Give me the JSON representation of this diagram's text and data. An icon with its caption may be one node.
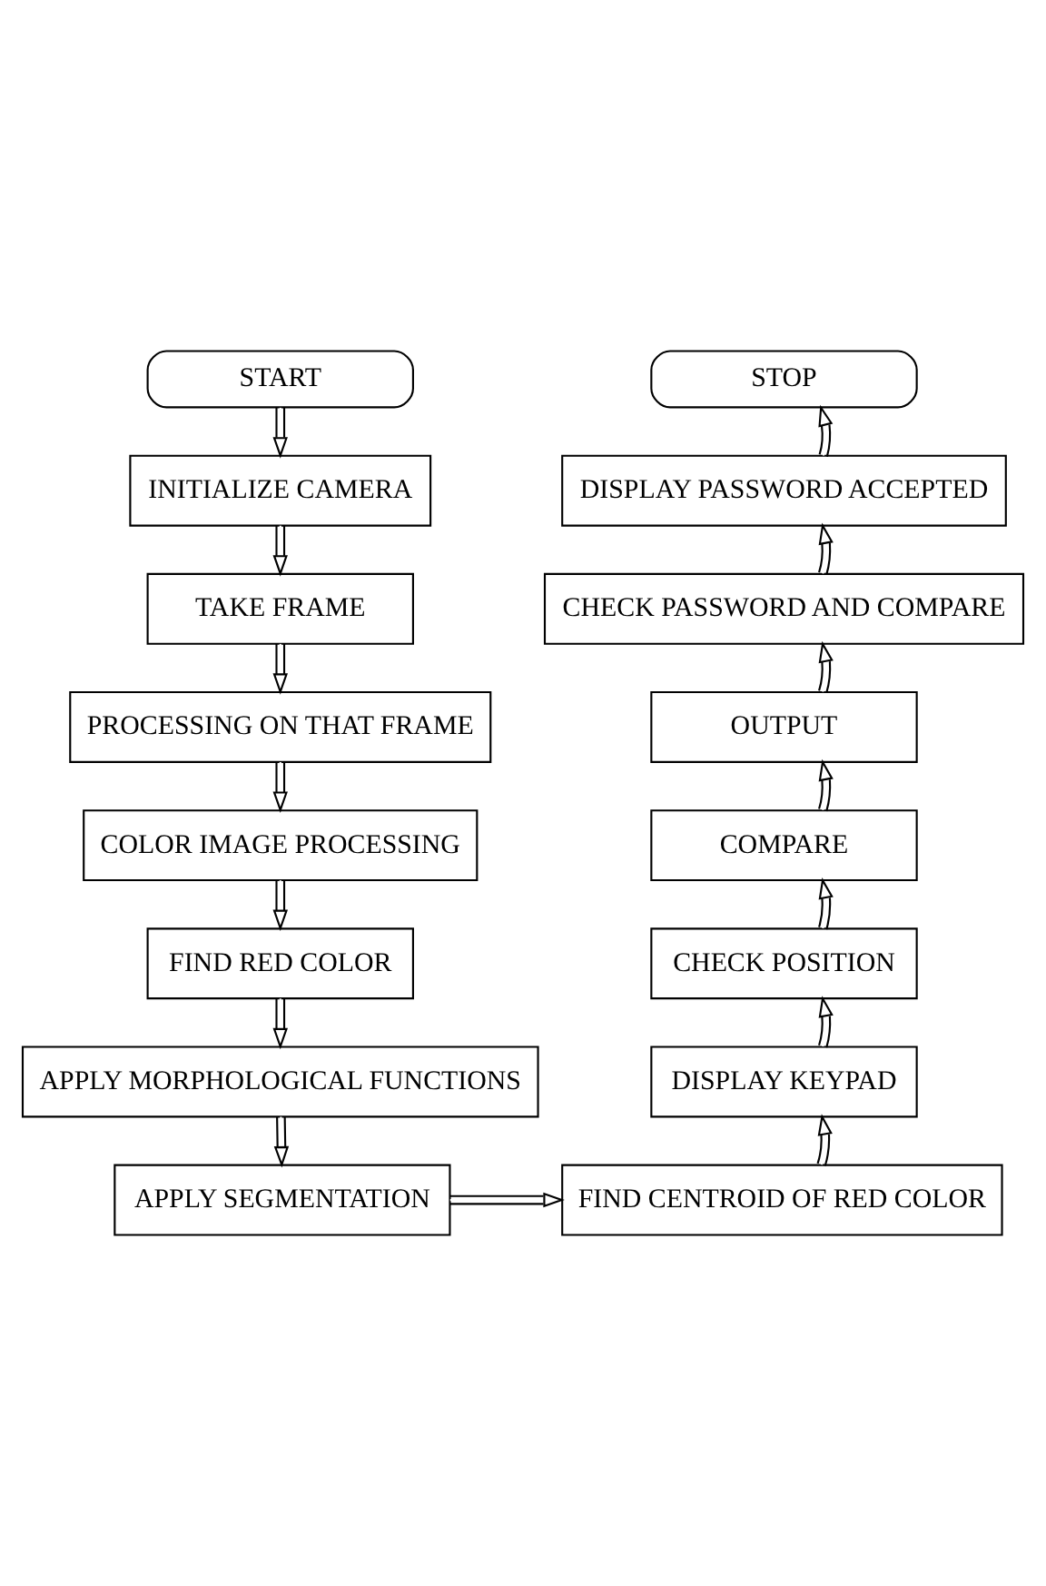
{
  "diagram": {
    "nodes": [
      {
        "text": [
          "START"
        ]
      },
      {
        "text": [
          "INITIALIZE CAMERA"
        ]
      },
      {
        "text": [
          "TAKE FRAME"
        ]
      },
      {
        "text": [
          "PROCESSING ON THAT FRAME"
        ]
      },
      {
        "text": [
          "COLOR IMAGE PROCESSING"
        ]
      },
      {
        "text": [
          "FIND RED COLOR"
        ]
      },
      {
        "text": [
          "APPLY MORPHOLOGICAL FUNCTIONS"
        ]
      },
      {
        "text": [
          "APPLY SEGMENTATION"
        ]
      },
      {
        "text": [
          "FIND CENTROID OF RED COLOR"
        ]
      },
      {
        "text": [
          "DISPLAY KEYPAD"
        ]
      },
      {
        "text": [
          "CHECK POSITION"
        ]
      },
      {
        "text": [
          "COMPARE"
        ]
      },
      {
        "text": [
          "OUTPUT"
        ]
      },
      {
        "text": [
          "CHECK PASSWORD AND COMPARE"
        ]
      },
      {
        "text": [
          "DISPLAY PASSWORD ACCEPTED"
        ]
      },
      {
        "text": [
          "STOP"
        ]
      }
    ],
    "edges": [
      {
        "from": 0,
        "to": 1,
        "arrow": "to"
      },
      {
        "from": 1,
        "to": 2,
        "arrow": "to"
      },
      {
        "from": 2,
        "to": 3,
        "arrow": "to"
      },
      {
        "from": 3,
        "to": 4,
        "arrow": "to"
      },
      {
        "from": 4,
        "to": 5,
        "arrow": "to"
      },
      {
        "from": 5,
        "to": 6,
        "arrow": "to"
      },
      {
        "from": 6,
        "to": 7,
        "arrow": "to"
      },
      {
        "from": 7,
        "to": 8,
        "arrow": "to"
      },
      {
        "from": 8,
        "to": 9,
        "arrow": "to"
      },
      {
        "from": 9,
        "to": 10,
        "arrow": "to"
      },
      {
        "from": 10,
        "to": 11,
        "arrow": "to"
      },
      {
        "from": 11,
        "to": 12,
        "arrow": "to"
      },
      {
        "from": 12,
        "to": 13,
        "arrow": "to"
      },
      {
        "from": 13,
        "to": 14,
        "arrow": "to"
      },
      {
        "from": 14,
        "to": 15,
        "arrow": "to"
      }
    ]
  }
}
